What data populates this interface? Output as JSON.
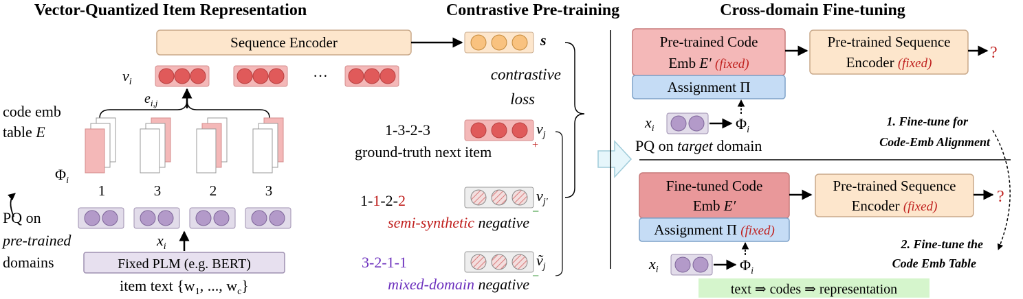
{
  "titles": {
    "left": "Vector-Quantized Item Representation",
    "middle": "Contrastive Pre-training",
    "right": "Cross-domain Fine-tuning"
  },
  "left": {
    "sequence_encoder": "Sequence Encoder",
    "v_i": "v",
    "v_i_sub": "i",
    "dots": "···",
    "e_ij": "e",
    "e_ij_sub": "i,j",
    "code_emb_line1": "code emb",
    "code_emb_line2": "table",
    "code_emb_E": "E",
    "phi_i": "Φ",
    "phi_i_sub": "i",
    "codes": [
      "1",
      "3",
      "2",
      "3"
    ],
    "pq_on": "PQ on",
    "pretrained": "pre-trained",
    "domains": "domains",
    "x_i": "x",
    "x_i_sub": "i",
    "plm": "Fixed PLM (e.g. BERT)",
    "item_text": "item text {w",
    "item_text_sub1": "1",
    "item_text_mid": ", ..., w",
    "item_text_sub2": "c",
    "item_text_end": "}"
  },
  "middle": {
    "s_label": "s",
    "contrastive": "contrastive",
    "loss": "loss",
    "gt_codes": "1-3-2-3",
    "gt_label": "ground-truth next item",
    "vj": "v",
    "vj_sub": "j",
    "plus": "+",
    "semi_codes": [
      "1",
      "-",
      "1",
      "-",
      "2",
      "-",
      "2"
    ],
    "semi_label": "semi-synthetic",
    "negative": "negative",
    "vjp": "v",
    "vjp_sub": "j'",
    "minus": "−",
    "mixed_codes": "3-2-1-1",
    "mixed_label": "mixed-domain",
    "vjt": "ṽ",
    "vjt_sub": "j"
  },
  "right": {
    "top_code_emb_l1": "Pre-trained Code",
    "top_code_emb_l2": "Emb",
    "E_prime": "E′",
    "fixed": "(fixed)",
    "top_seq_l1": "Pre-trained Sequence",
    "top_seq_l2": "Encoder",
    "question": "?",
    "assignment": "Assignment Π",
    "x_i": "x",
    "x_i_sub": "i",
    "phi": "Φ",
    "phi_sub": "i",
    "pq_target_1": "PQ on",
    "pq_target_2": "target",
    "pq_target_3": "domain",
    "step1_l1": "1. Fine-tune for",
    "step1_l2": "Code-Emb Alignment",
    "bot_code_emb_l1": "Fine-tuned Code",
    "bot_code_emb_l2": "Emb",
    "bot_seq_l1": "Pre-trained Sequence",
    "bot_seq_l2": "Encoder",
    "step2_l1": "2. Fine-tune the",
    "step2_l2": "Code Emb Table",
    "pipeline": "text ⇒ codes ⇒ representation"
  },
  "colors": {
    "seq_encoder_fill": "#fde6cc",
    "seq_encoder_stroke": "#c9a98a",
    "red_box_fill": "#f4b8b8",
    "red_circle": "#e05a5a",
    "purple_box": "#e2dcea",
    "purple_circle": "#b39ac9",
    "orange_circle": "#f9c27f",
    "blue_box": "#c5dcf5",
    "green_bar": "#d5f5cc",
    "plm_fill": "#e7e0ef",
    "semi_red": "#c0201e",
    "mixed_purple": "#6b2fbd"
  }
}
